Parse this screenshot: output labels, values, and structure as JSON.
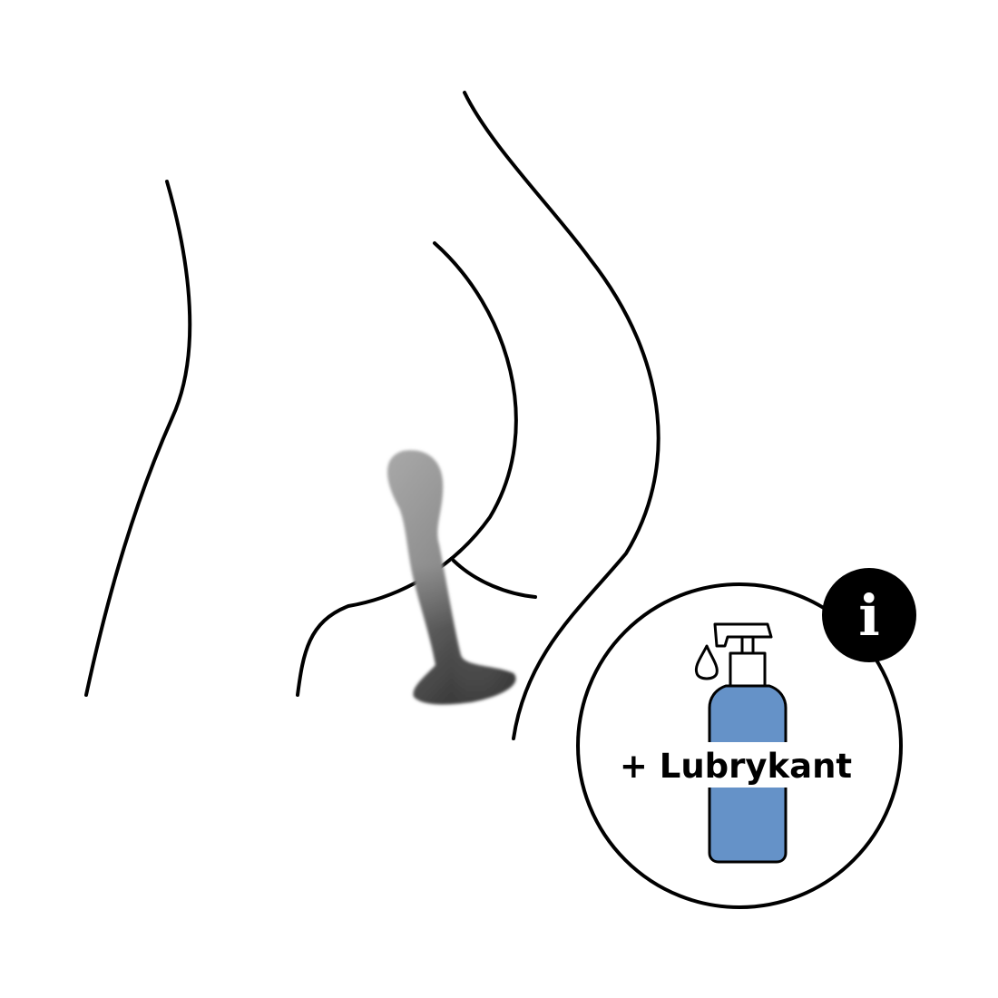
{
  "callout": {
    "label": "+ Lubrykant",
    "info_glyph": "i"
  },
  "icons": {
    "bottle": "lubricant-pump-bottle-icon",
    "drop": "drop-icon",
    "info": "info-icon",
    "toy": "silicone-plug-toy"
  },
  "colors": {
    "background": "#ffffff",
    "line": "#000000",
    "bottle_fill": "#6592c8",
    "info_badge": "#000000",
    "toy_dark": "#3c3c3c",
    "toy_light": "#9a9a9a"
  }
}
